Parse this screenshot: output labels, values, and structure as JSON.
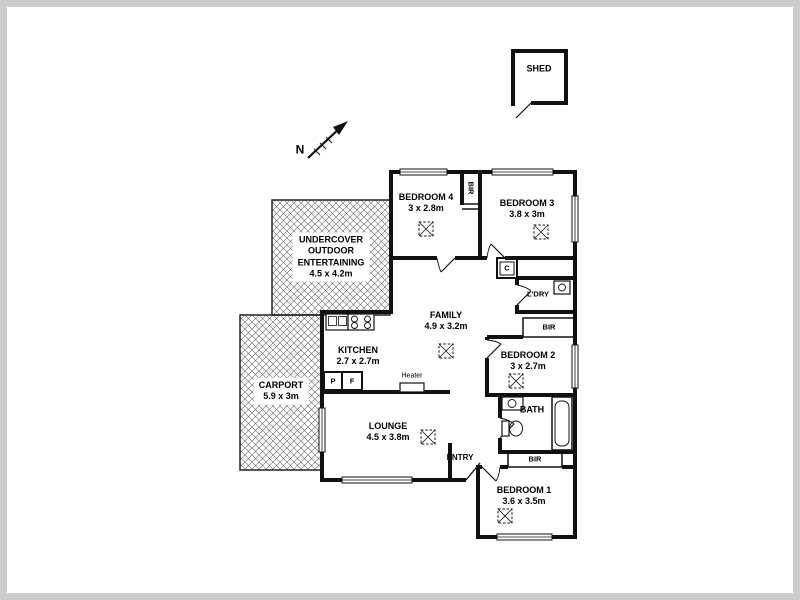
{
  "colors": {
    "walls": "#111111",
    "frame": "#cdcdcd",
    "hatch": "#666666"
  },
  "compass": {
    "label": "N"
  },
  "shed": {
    "label": "SHED"
  },
  "areas": {
    "undercover": {
      "lines": [
        "UNDERCOVER",
        "OUTDOOR",
        "ENTERTAINING"
      ],
      "dims": "4.5 x 4.2m"
    },
    "carport": {
      "label": "CARPORT",
      "dims": "5.9 x 3m"
    }
  },
  "rooms": {
    "bedroom4": {
      "label": "BEDROOM 4",
      "dims": "3 x 2.8m"
    },
    "bedroom3": {
      "label": "BEDROOM 3",
      "dims": "3.8 x 3m"
    },
    "family": {
      "label": "FAMILY",
      "dims": "4.9 x 3.2m"
    },
    "kitchen": {
      "label": "KITCHEN",
      "dims": "2.7 x 2.7m"
    },
    "lounge": {
      "label": "LOUNGE",
      "dims": "4.5 x 3.8m"
    },
    "bedroom2": {
      "label": "BEDROOM 2",
      "dims": "3 x 2.7m"
    },
    "bedroom1": {
      "label": "BEDROOM 1",
      "dims": "3.6 x 3.5m"
    },
    "bath": {
      "label": "BATH"
    },
    "laundry": {
      "label": "L'DRY"
    },
    "entry": {
      "label": "ENTRY"
    }
  },
  "storage": {
    "bir_top": "BIR",
    "bir_mid": "BIR",
    "bir_bottom": "BIR",
    "cupboard": "C"
  },
  "fixtures": {
    "heater": "Heater",
    "pantry": "P",
    "fridge": "F"
  }
}
